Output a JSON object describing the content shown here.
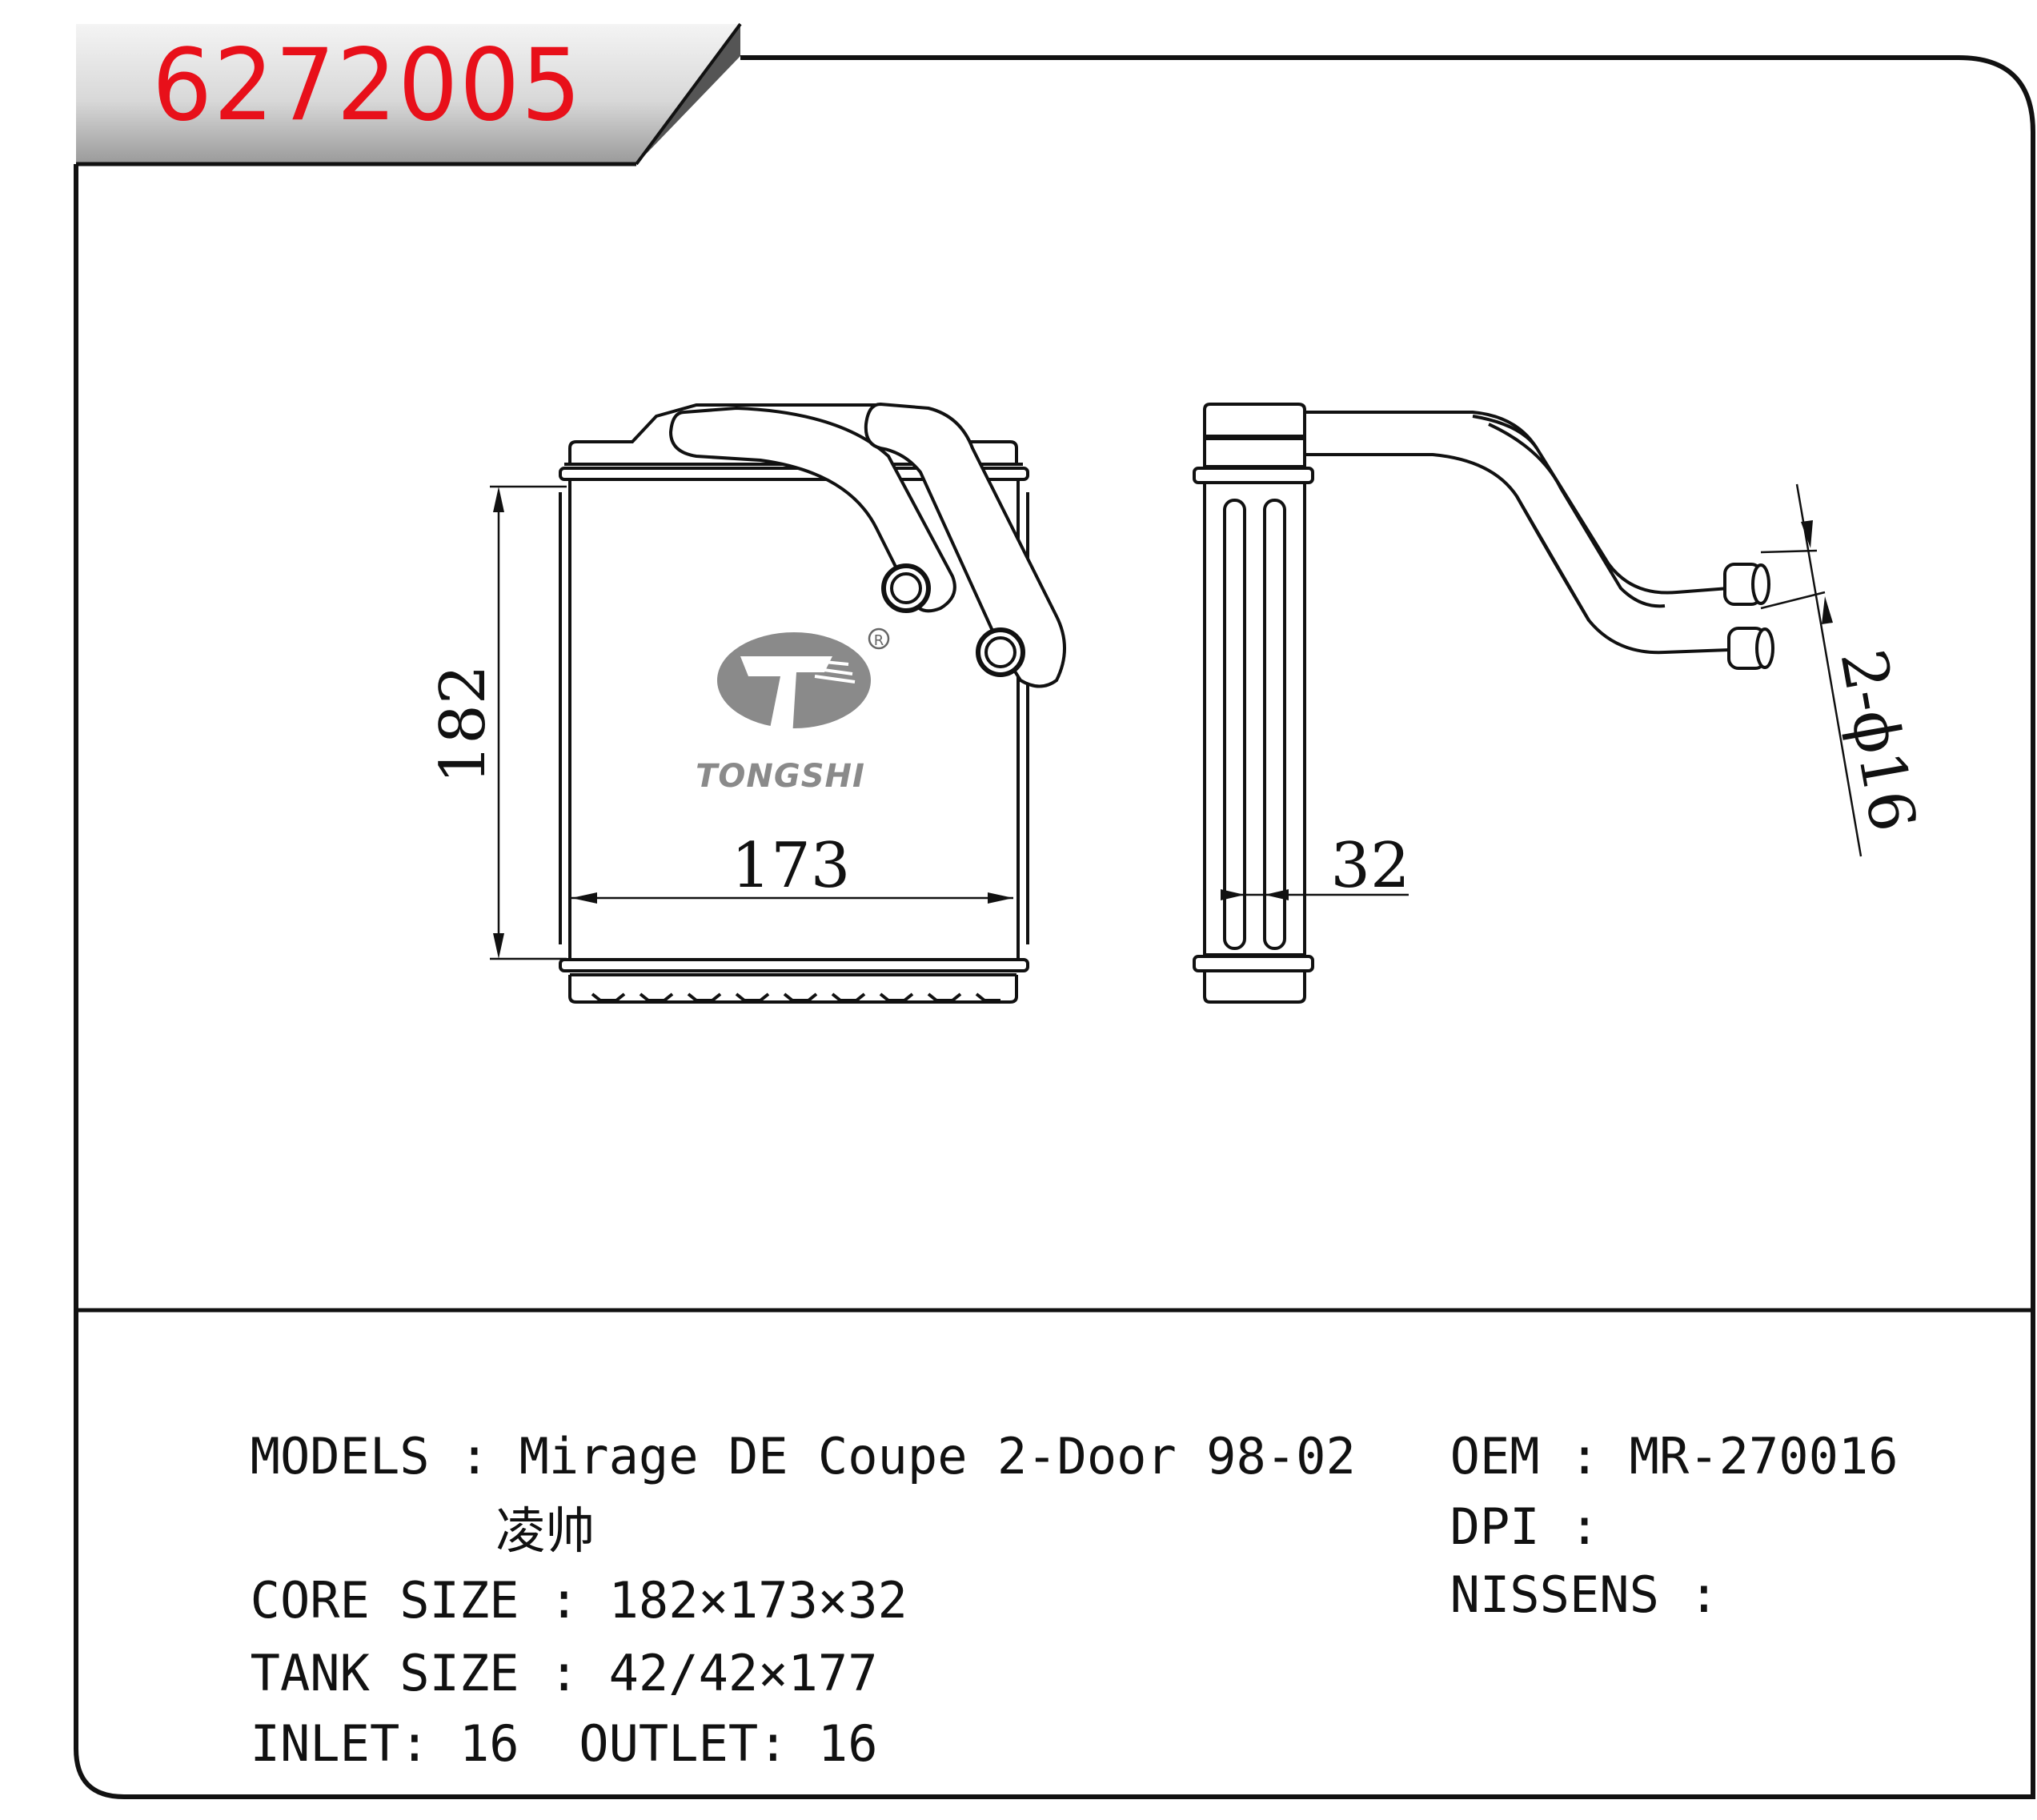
{
  "header": {
    "part_number": "6272005",
    "part_number_color": "#e8101a"
  },
  "drawing": {
    "brand": "TONGSHI",
    "registered_mark": "R",
    "dims": {
      "height": "182",
      "width": "173",
      "depth": "32",
      "pipes": "2-ϕ16"
    }
  },
  "specs": {
    "models_label": "MODELS",
    "models_value": "Mirage DE Coupe 2-Door 98-02",
    "models_value_cn": "凌帅",
    "core_label": "CORE SIZE",
    "core_value": "182×173×32",
    "tank_label": "TANK SIZE",
    "tank_value": "42/42×177",
    "inlet_label": "INLET:",
    "inlet_value": "16",
    "outlet_label": "OUTLET:",
    "outlet_value": "16",
    "oem_label": "OEM",
    "oem_value": "MR-270016",
    "dpi_label": "DPI",
    "dpi_value": "",
    "nissens_label": "NISSENS",
    "nissens_value": "",
    "colon": ":"
  }
}
